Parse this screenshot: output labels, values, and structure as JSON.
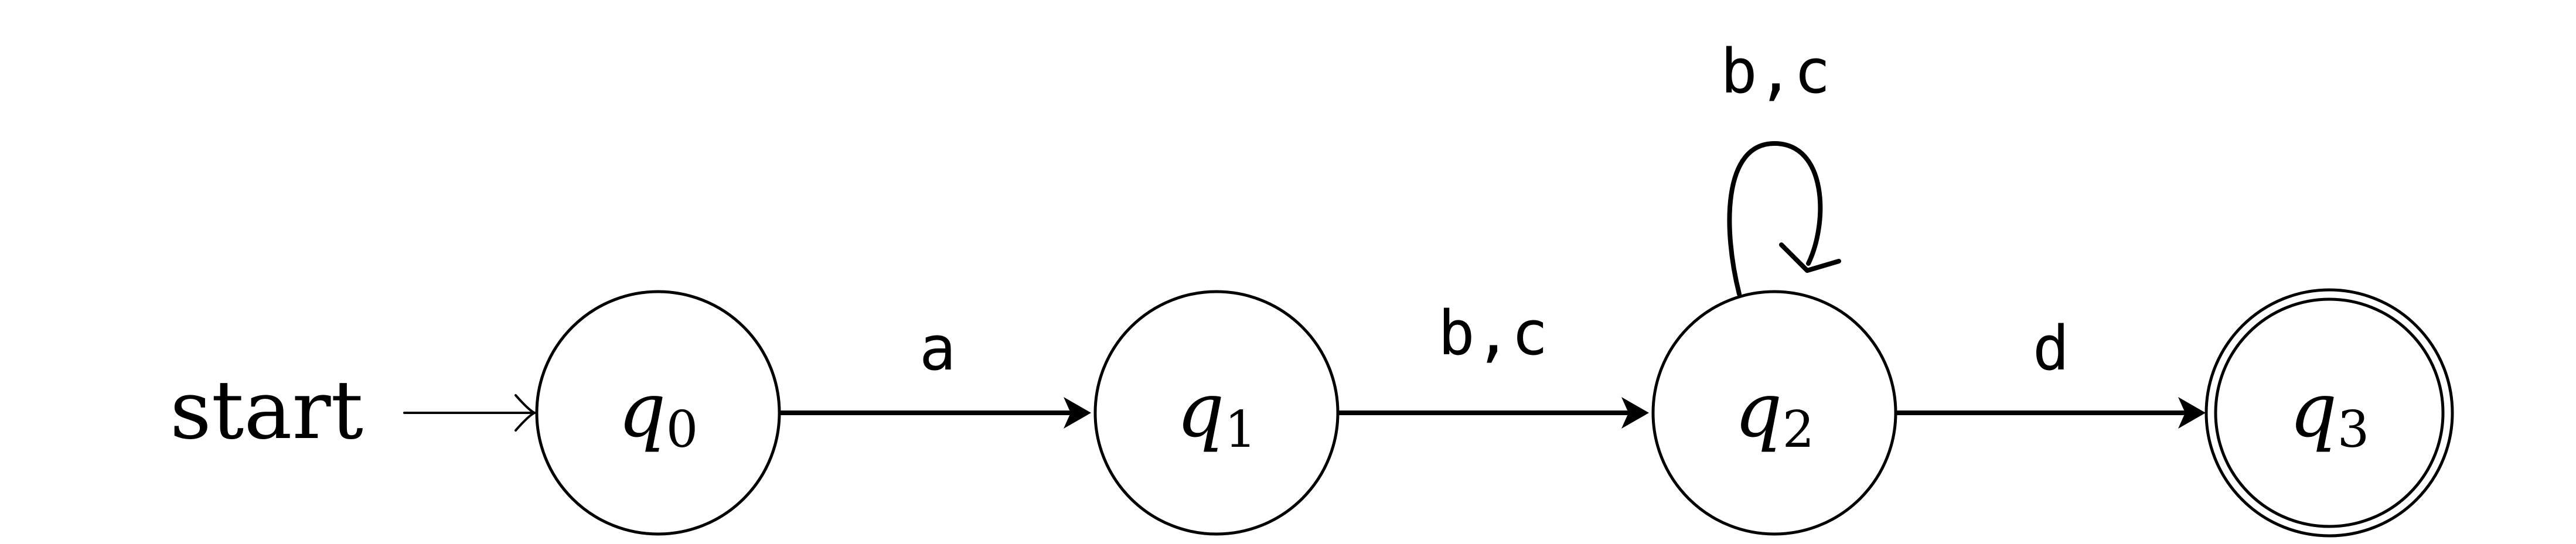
{
  "diagram": {
    "start_label": "start",
    "states": [
      {
        "id": "q0",
        "name": "q",
        "subscript": "0",
        "accepting": false
      },
      {
        "id": "q1",
        "name": "q",
        "subscript": "1",
        "accepting": false
      },
      {
        "id": "q2",
        "name": "q",
        "subscript": "2",
        "accepting": false
      },
      {
        "id": "q3",
        "name": "q",
        "subscript": "3",
        "accepting": true
      }
    ],
    "transitions": [
      {
        "from": "q0",
        "to": "q1",
        "label": "a"
      },
      {
        "from": "q1",
        "to": "q2",
        "label": "b,c"
      },
      {
        "from": "q2",
        "to": "q2",
        "label": "b,c"
      },
      {
        "from": "q2",
        "to": "q3",
        "label": "d"
      }
    ]
  }
}
